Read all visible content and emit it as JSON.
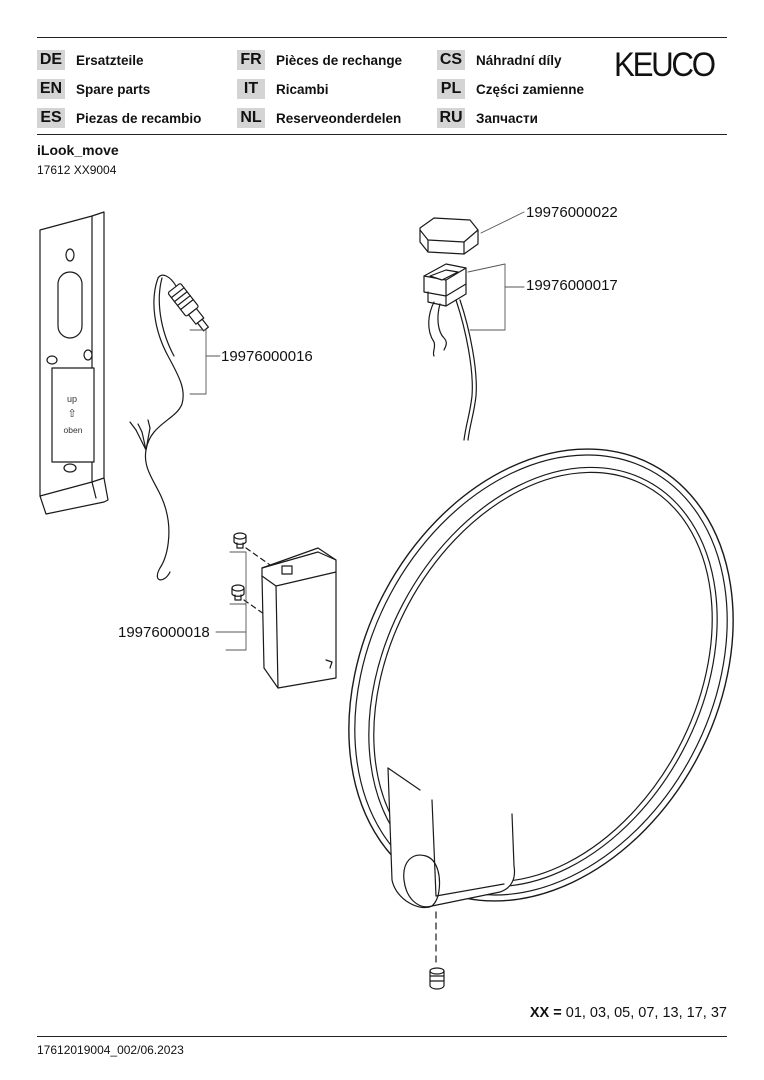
{
  "languages": [
    {
      "code": "DE",
      "label": "Ersatzteile"
    },
    {
      "code": "FR",
      "label": "Pièces de rechange"
    },
    {
      "code": "CS",
      "label": "Náhradní díly"
    },
    {
      "code": "EN",
      "label": "Spare parts"
    },
    {
      "code": "IT",
      "label": "Ricambi"
    },
    {
      "code": "PL",
      "label": "Części zamienne"
    },
    {
      "code": "ES",
      "label": "Piezas de recambio"
    },
    {
      "code": "NL",
      "label": "Reserveonderdelen"
    },
    {
      "code": "RU",
      "label": "Запчасти"
    }
  ],
  "brand": "KEUCO",
  "product": {
    "name": "iLook_move",
    "number": "17612 XX9004"
  },
  "parts": {
    "cap": "19976000022",
    "switch": "19976000017",
    "cable": "19976000016",
    "driver": "19976000018"
  },
  "plate_text": {
    "up": "up",
    "oben": "oben",
    "arrow": "⇧"
  },
  "variants": {
    "prefix": "XX =",
    "values": "01, 03, 05, 07, 13, 17, 37"
  },
  "doc_id": "17612019004_002/06.2023"
}
